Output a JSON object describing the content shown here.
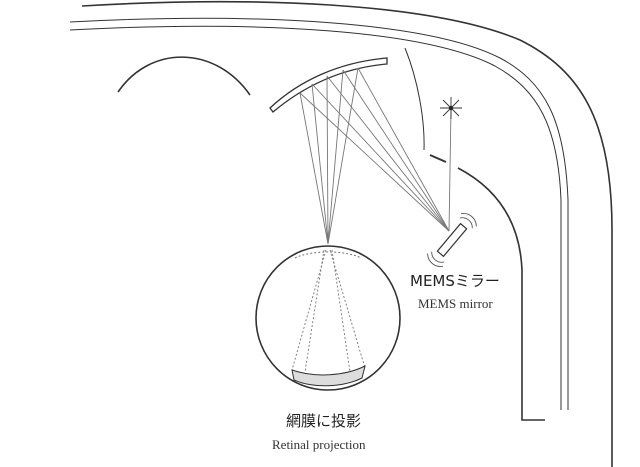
{
  "labels": {
    "mems_jp": "MEMSミラー",
    "mems_en": "MEMS mirror",
    "retina_jp": "網膜に投影",
    "retina_en": "Retinal projection"
  },
  "colors": {
    "line": "#333333",
    "ray": "#777777"
  }
}
